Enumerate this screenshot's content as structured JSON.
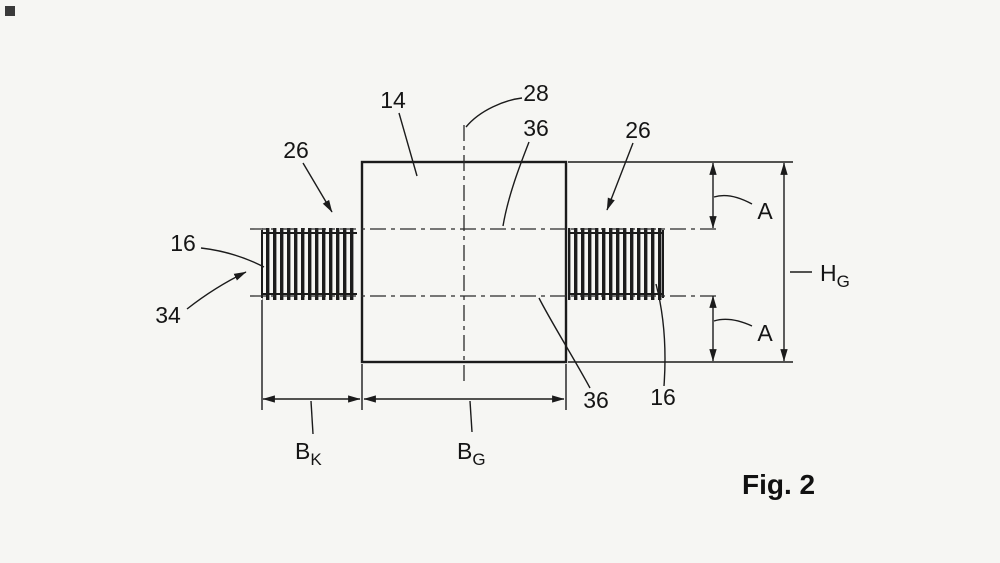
{
  "figure": {
    "caption": "Fig. 2"
  },
  "references": {
    "r14": "14",
    "r28": "28",
    "r36_top": "36",
    "r36_bottom": "36",
    "r26_left": "26",
    "r26_right": "26",
    "r16_left": "16",
    "r16_right": "16",
    "r34": "34"
  },
  "dimensions": {
    "a_top": "A",
    "a_bottom": "A",
    "hg": {
      "main": "H",
      "sub": "G"
    },
    "bk": {
      "main": "B",
      "sub": "K"
    },
    "bg": {
      "main": "B",
      "sub": "G"
    }
  },
  "colors": {
    "line": "#1b1b1b",
    "background": "#f6f6f3"
  }
}
